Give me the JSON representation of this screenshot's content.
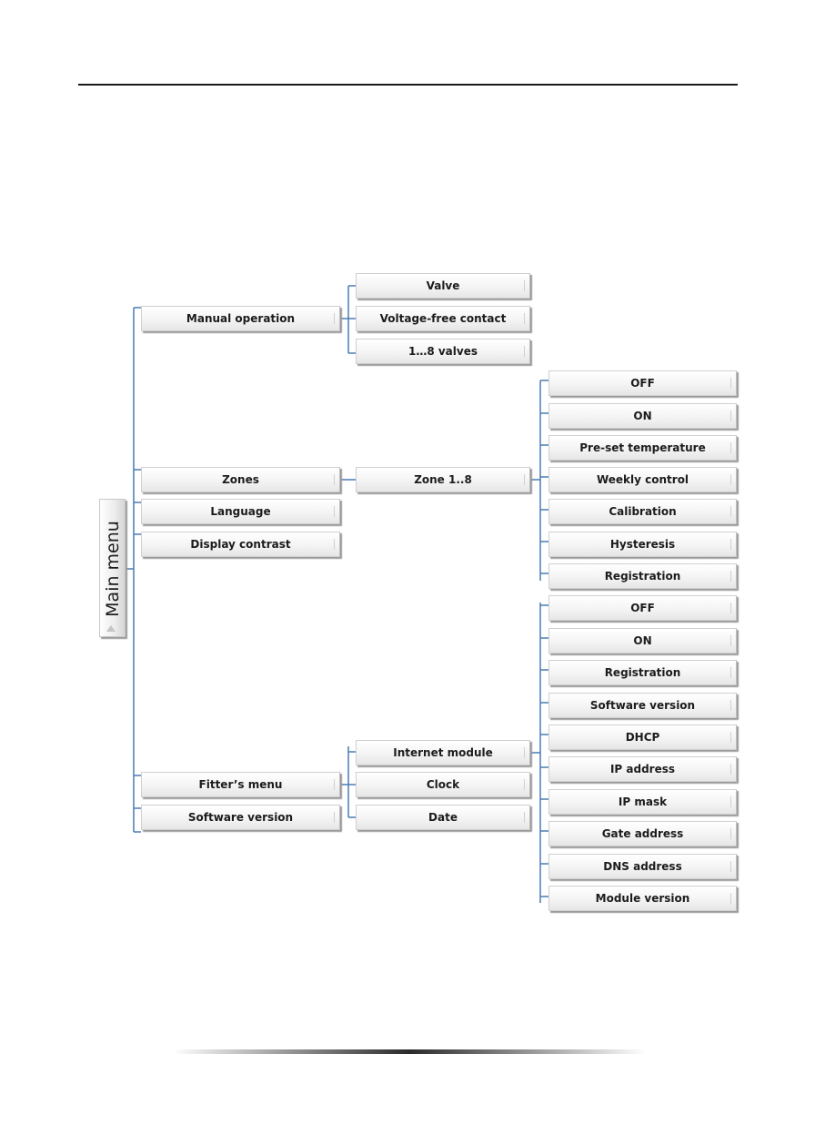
{
  "root": {
    "label": "Main menu"
  },
  "level1": {
    "manual_operation": "Manual operation",
    "zones": "Zones",
    "language": "Language",
    "display_contrast": "Display contrast",
    "fitters_menu": "Fitter’s menu",
    "software_version": "Software version"
  },
  "manual_operation_items": [
    "Valve",
    "Voltage-free contact",
    "1…8 valves"
  ],
  "zones_items": [
    "Zone 1..8"
  ],
  "zone_options": [
    "OFF",
    "ON",
    "Pre-set temperature",
    "Weekly control",
    "Calibration",
    "Hysteresis",
    "Registration"
  ],
  "fitters_items": [
    "Internet module",
    "Clock",
    "Date"
  ],
  "internet_module_options": [
    "OFF",
    "ON",
    "Registration",
    "Software version",
    "DHCP",
    "IP address",
    "IP mask",
    "Gate address",
    "DNS address",
    "Module version"
  ],
  "colors": {
    "connector": "#4a7ab5",
    "text": "#1c1c1c",
    "rule": "#1a1a1a"
  }
}
